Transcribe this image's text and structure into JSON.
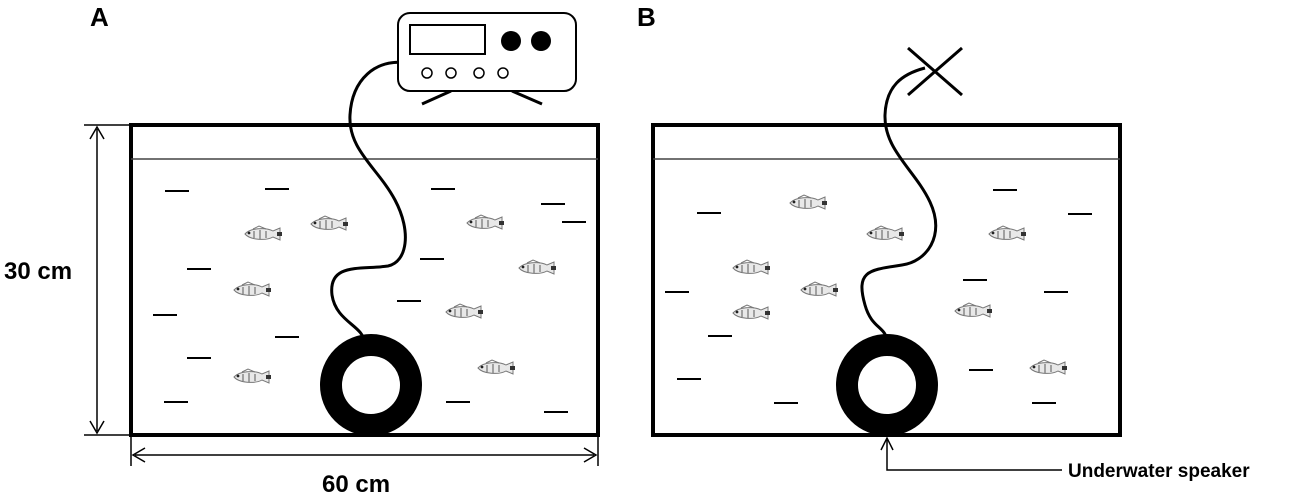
{
  "panels": {
    "a": {
      "label": "A"
    },
    "b": {
      "label": "B"
    }
  },
  "dimensions": {
    "height": "30 cm",
    "width": "60 cm"
  },
  "callouts": {
    "speaker": "Underwater speaker"
  }
}
